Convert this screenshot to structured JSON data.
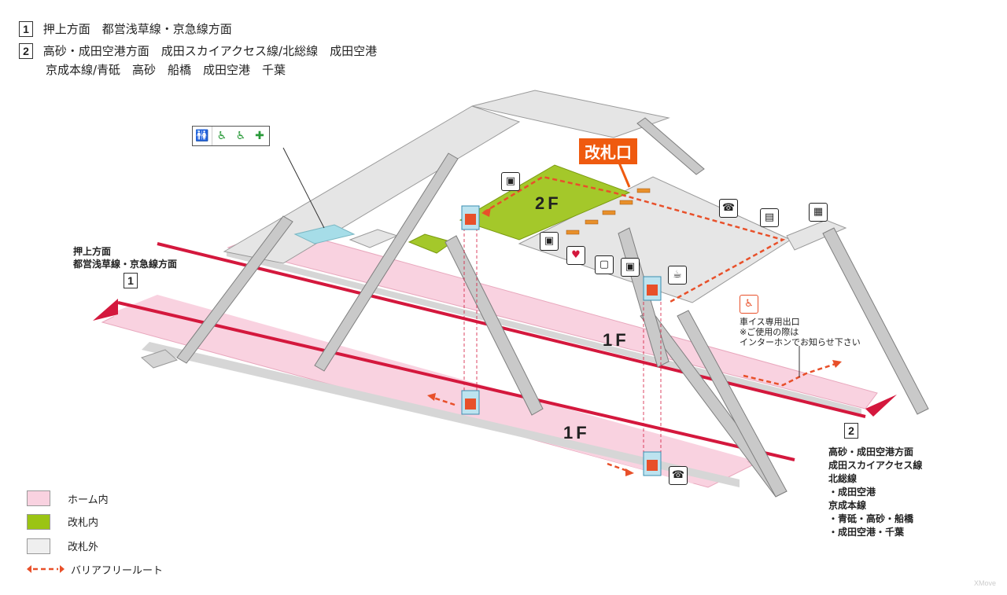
{
  "header": {
    "line1": {
      "num": "1",
      "text": "押上方面　都営浅草線・京急線方面"
    },
    "line2": {
      "num": "2",
      "text": "高砂・成田空港方面　成田スカイアクセス線/北総線　成田空港",
      "text2": "京成本線/青砥　高砂　船橋　成田空港　千葉"
    }
  },
  "map": {
    "gate_label": "改札口",
    "floor_2f": "2F",
    "floor_1f_upper": "1F",
    "floor_1f_lower": "1F",
    "platform1": {
      "num": "1",
      "line1": "押上方面",
      "line2": "都営浅草線・京急線方面"
    },
    "platform2": {
      "num": "2",
      "lines": [
        "高砂・成田空港方面",
        "成田スカイアクセス線",
        "北総線",
        "・成田空港",
        "京成本線",
        "・青砥・高砂・船橋",
        "・成田空港・千葉"
      ]
    },
    "wheelchair_exit_note": {
      "line1": "車イス専用出口",
      "line2": "※ご使用の際は",
      "line3": "インターホンでお知らせ下さい"
    },
    "icons": [
      "restroom-icon",
      "baby-icon",
      "accessible-icon",
      "ostomate-icon",
      "elevator-icon",
      "ticket-machine-icon",
      "fare-adjust-icon",
      "aed-icon",
      "commuter-pass-icon",
      "coffee-icon",
      "phone-icon",
      "coin-locker-icon",
      "atm-icon",
      "wheelchair-exit-icon"
    ]
  },
  "legend": {
    "items": [
      {
        "label": "ホーム内",
        "color": "#f9d2e0"
      },
      {
        "label": "改札内",
        "color": "#9bc414"
      },
      {
        "label": "改札外",
        "color": "#efefef"
      }
    ],
    "route_label": "バリアフリールート"
  },
  "colors": {
    "rail": "#d4183d",
    "route": "#e8502a",
    "platform": "#f9d2e0",
    "gate_inside": "#a4c82a",
    "concourse": "#e5e5e5",
    "stairs": "#c9c9c9"
  },
  "watermark": "XMove"
}
